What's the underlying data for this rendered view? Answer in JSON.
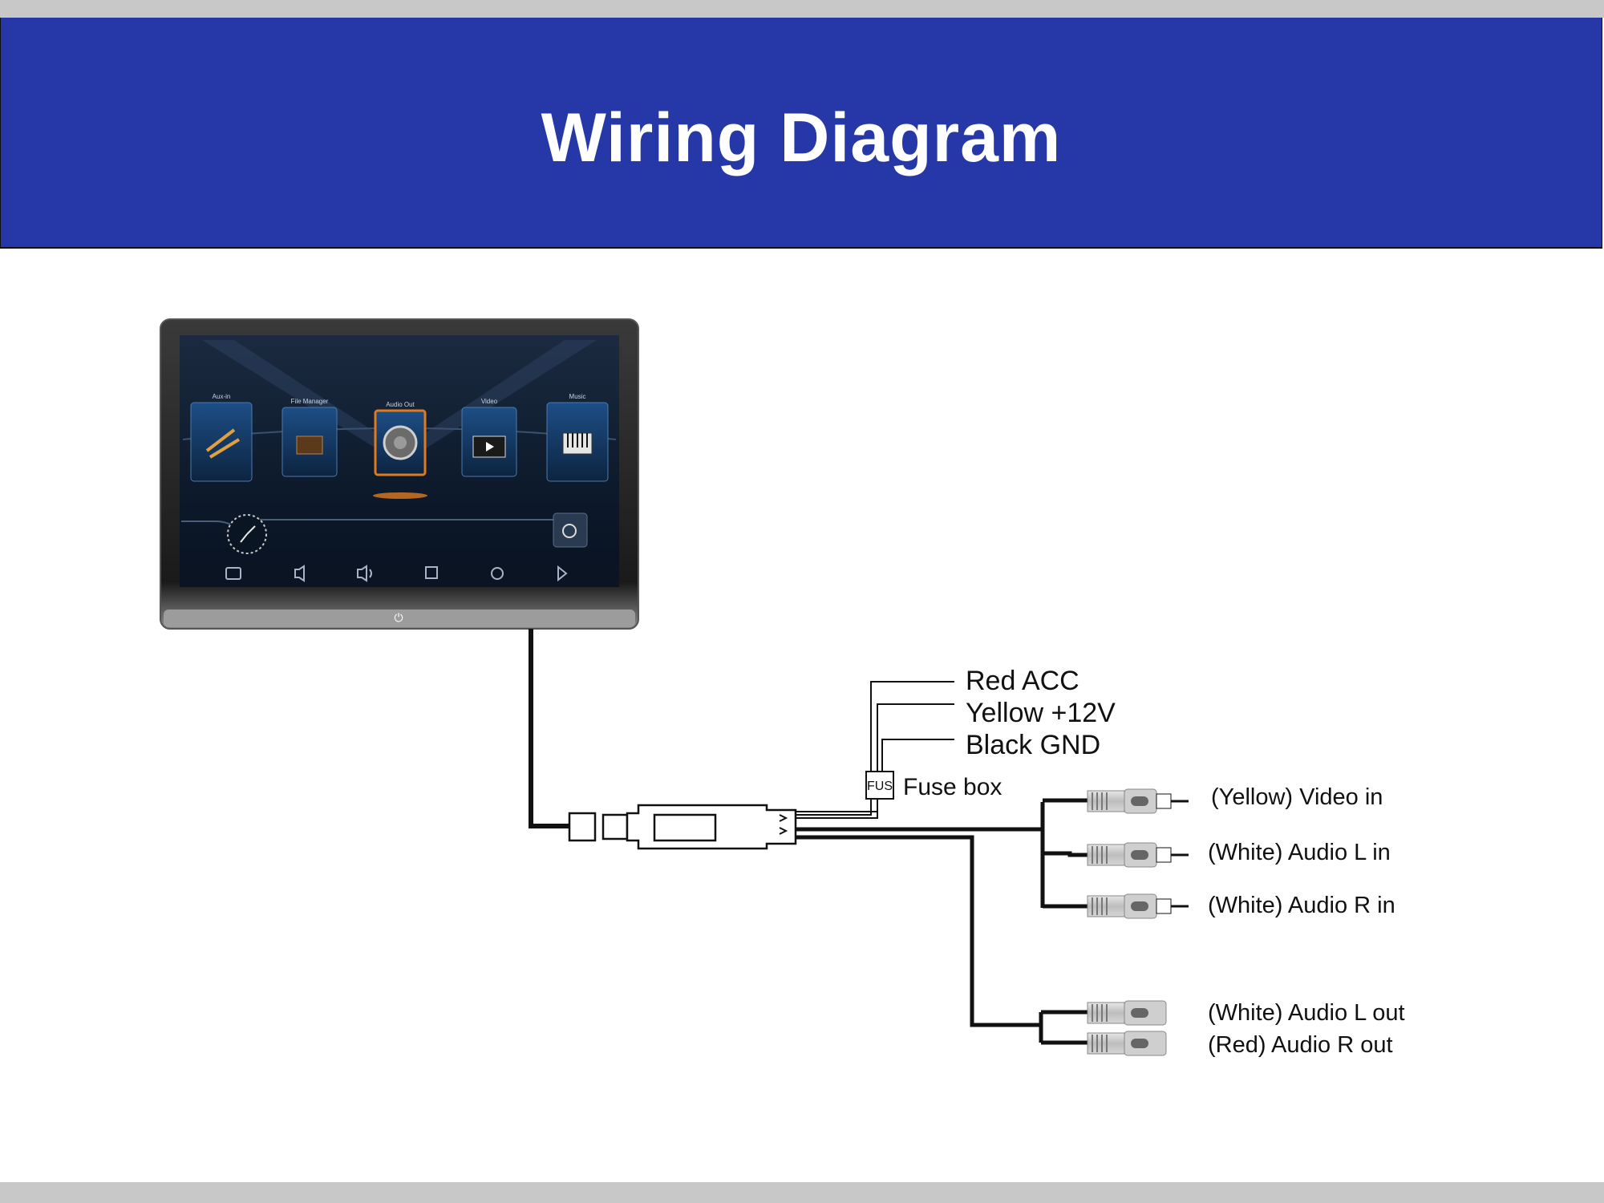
{
  "title": "Wiring Diagram",
  "colors": {
    "header_bg": "#2638a8",
    "header_text": "#ffffff",
    "page_strip": "#c8c8c8",
    "wire": "#111111",
    "screen_bg": "#0d1a2c",
    "icon_glow": "#2a6fb0",
    "selected_frame": "#e07a1f"
  },
  "monitor": {
    "apps": [
      "Aux-in",
      "File Manager",
      "Audio Out",
      "Video",
      "Music"
    ],
    "power_symbol": "⏻"
  },
  "power_wires": {
    "red": "Red ACC",
    "yellow": "Yellow +12V",
    "black": "Black GND",
    "fuse_mark": "FUS",
    "fuse_label": "Fuse box"
  },
  "inputs": [
    "(Yellow) Video in",
    "(White) Audio L in",
    "(White) Audio R in"
  ],
  "outputs": [
    "(White) Audio L out",
    "(Red) Audio R out"
  ]
}
